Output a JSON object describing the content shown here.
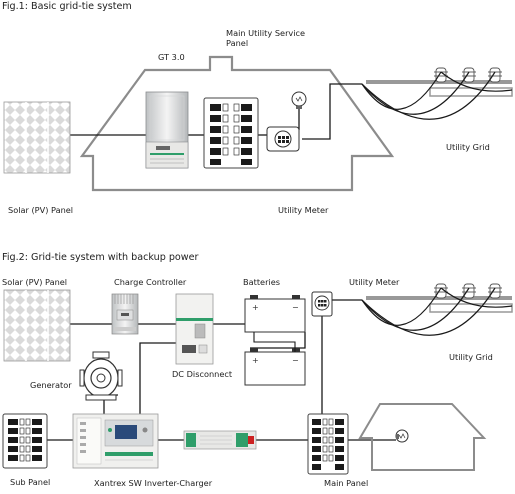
{
  "fig1": {
    "title": "Fig.1: Basic grid-tie system",
    "labels": {
      "gt": "GT 3.0",
      "service_panel_line1": "Main Utility Service",
      "service_panel_line2": "Panel",
      "utility_grid": "Utility Grid",
      "solar_panel": "Solar (PV) Panel",
      "utility_meter": "Utility Meter"
    }
  },
  "fig2": {
    "title": "Fig.2: Grid-tie system with backup power",
    "labels": {
      "solar_panel": "Solar (PV) Panel",
      "charge_controller": "Charge Controller",
      "batteries": "Batteries",
      "utility_meter": "Utility Meter",
      "generator": "Generator",
      "dc_disconnect": "DC Disconnect",
      "utility_grid": "Utility Grid",
      "sub_panel": "Sub Panel",
      "inverter_charger": "Xantrex SW Inverter-Charger",
      "main_panel": "Main Panel"
    }
  },
  "colors": {
    "line": "#1a1a1a",
    "house": "#8c8c8c",
    "accent_green": "#2f9e6a",
    "screen_blue": "#2a4a7a"
  }
}
